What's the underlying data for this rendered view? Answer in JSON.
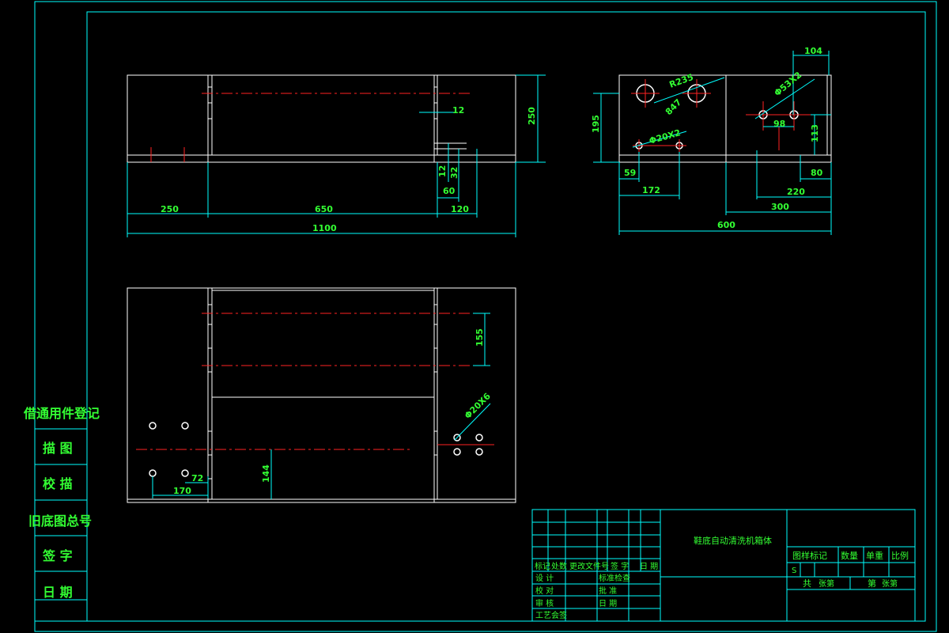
{
  "title_block": {
    "drawing_title": "鞋底自动清洗机箱体",
    "rev_headers": [
      "标记",
      "处数",
      "更改文件号",
      "签 字",
      "日 期"
    ],
    "roles_left": [
      "设 计",
      "校 对",
      "审 核",
      "工艺会签"
    ],
    "roles_right": [
      "标准检查",
      "批 准",
      "日 期"
    ],
    "prop_headers": [
      "图样标记",
      "数量",
      "单重",
      "比例"
    ],
    "prop_value": "S",
    "sheet_total": "共",
    "sheet_total_label": "张第",
    "sheet_num": "第",
    "sheet_num_label": "张第"
  },
  "side_stamp": {
    "heading": "借通用件登记",
    "rows": [
      "描 图",
      "校 描",
      "旧底图总号",
      "签 字",
      "日 期"
    ]
  },
  "dims": {
    "front": {
      "d250_left": "250",
      "d650": "650",
      "d120": "120",
      "d1100": "1100",
      "d12_top": "12",
      "d12_bot": "12",
      "d32": "32",
      "d60": "60",
      "d250_right": "250"
    },
    "side": {
      "r": "R235",
      "r_label": "847",
      "d104": "104",
      "phi32": "Φ53X2",
      "phi20": "Φ20X2",
      "d195": "195",
      "d98": "98",
      "d113": "113",
      "d59": "59",
      "d172": "172",
      "d80": "80",
      "d220": "220",
      "d300": "300",
      "d600": "600"
    },
    "top": {
      "d155": "155",
      "phi": "Φ20X6",
      "d144": "144",
      "d72": "72",
      "d170": "170"
    }
  }
}
